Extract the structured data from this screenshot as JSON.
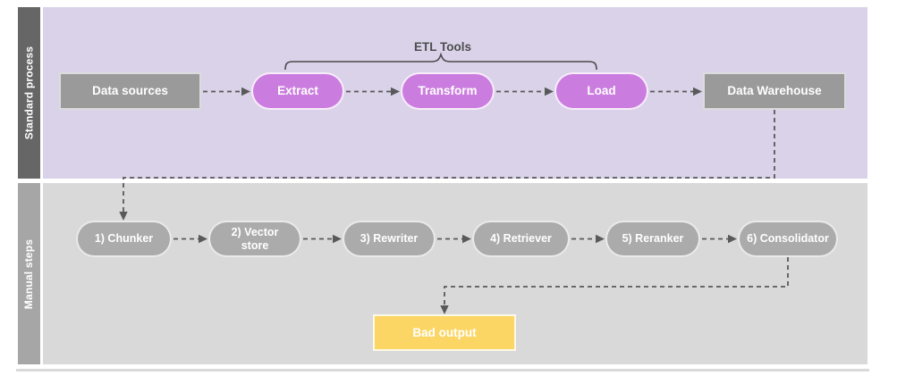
{
  "diagram": {
    "lanes": {
      "standard": {
        "label": "Standard process"
      },
      "manual": {
        "label": "Manual steps"
      }
    },
    "etl_group_label": "ETL Tools",
    "nodes": {
      "data_sources": {
        "label": "Data sources"
      },
      "extract": {
        "label": "Extract"
      },
      "transform": {
        "label": "Transform"
      },
      "load": {
        "label": "Load"
      },
      "data_warehouse": {
        "label": "Data Warehouse"
      },
      "chunker": {
        "label": "1) Chunker"
      },
      "vector_store": {
        "label": "2) Vector store"
      },
      "rewriter": {
        "label": "3) Rewriter"
      },
      "retriever": {
        "label": "4) Retriever"
      },
      "reranker": {
        "label": "5) Reranker"
      },
      "consolidator": {
        "label": "6) Consolidator"
      },
      "bad_output": {
        "label": "Bad output"
      }
    },
    "colors": {
      "standard_lane_bg": "#d9d2e9",
      "manual_lane_bg": "#d9d9d9",
      "standard_lane_bar": "#666666",
      "manual_lane_bar": "#a6a6a6",
      "etl_pill": "#cb7ddf",
      "gray_box": "#9a9a9a",
      "gray_pill": "#ababab",
      "bad_output_box": "#fbd665",
      "connector": "#595959",
      "label_text": "#ffffff",
      "etl_group_text": "#4d4d4d"
    }
  }
}
